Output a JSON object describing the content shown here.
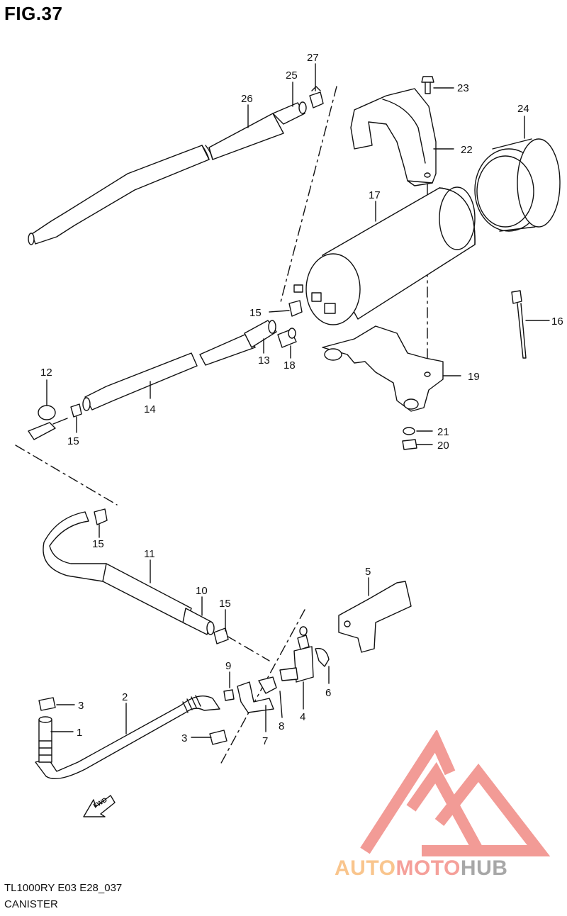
{
  "figure": {
    "title": "FIG.37",
    "model_code": "TL1000RY E03 E28_037",
    "section_name": "CANISTER"
  },
  "callouts": [
    "27",
    "25",
    "26",
    "23",
    "22",
    "24",
    "17",
    "16",
    "15",
    "13",
    "18",
    "12",
    "14",
    "15",
    "19",
    "21",
    "20",
    "15",
    "11",
    "10",
    "15",
    "5",
    "9",
    "6",
    "4",
    "8",
    "7",
    "3",
    "2",
    "1",
    "3"
  ],
  "fwd_label": "FWD",
  "watermark": {
    "part1": "AUTO",
    "part2": "MOTO",
    "part3": "HUB",
    "colors": {
      "auto": "#f9c58d",
      "moto": "#f5a09a",
      "hub": "#a7a7a7",
      "logo": "#f08a84"
    }
  }
}
